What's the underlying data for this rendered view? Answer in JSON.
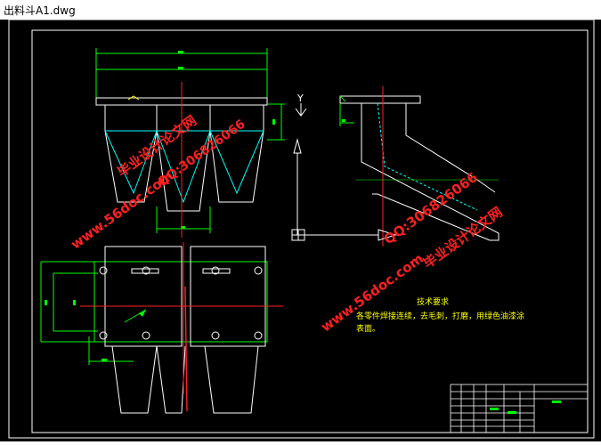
{
  "window": {
    "title": "出料斗A1.dwg"
  },
  "drawing": {
    "watermark_line1": "毕业设计论文网",
    "watermark_line2": "www.56doc.com",
    "watermark_qq": "QQ:306826066",
    "tech_title": "技术要求",
    "tech_line1": "各零件焊接连续，去毛刺，打磨，用绿色油漆涂",
    "tech_line2": "表面。",
    "axis_y_label": "Y"
  },
  "colors": {
    "background": "#000000",
    "frame": "#ffffff",
    "outline": "#ffffff",
    "dimension": "#00ff00",
    "centerline": "#ff2020",
    "hidden": "#00ffff",
    "watermark": "#ff2020",
    "note_text": "#00ff00"
  }
}
